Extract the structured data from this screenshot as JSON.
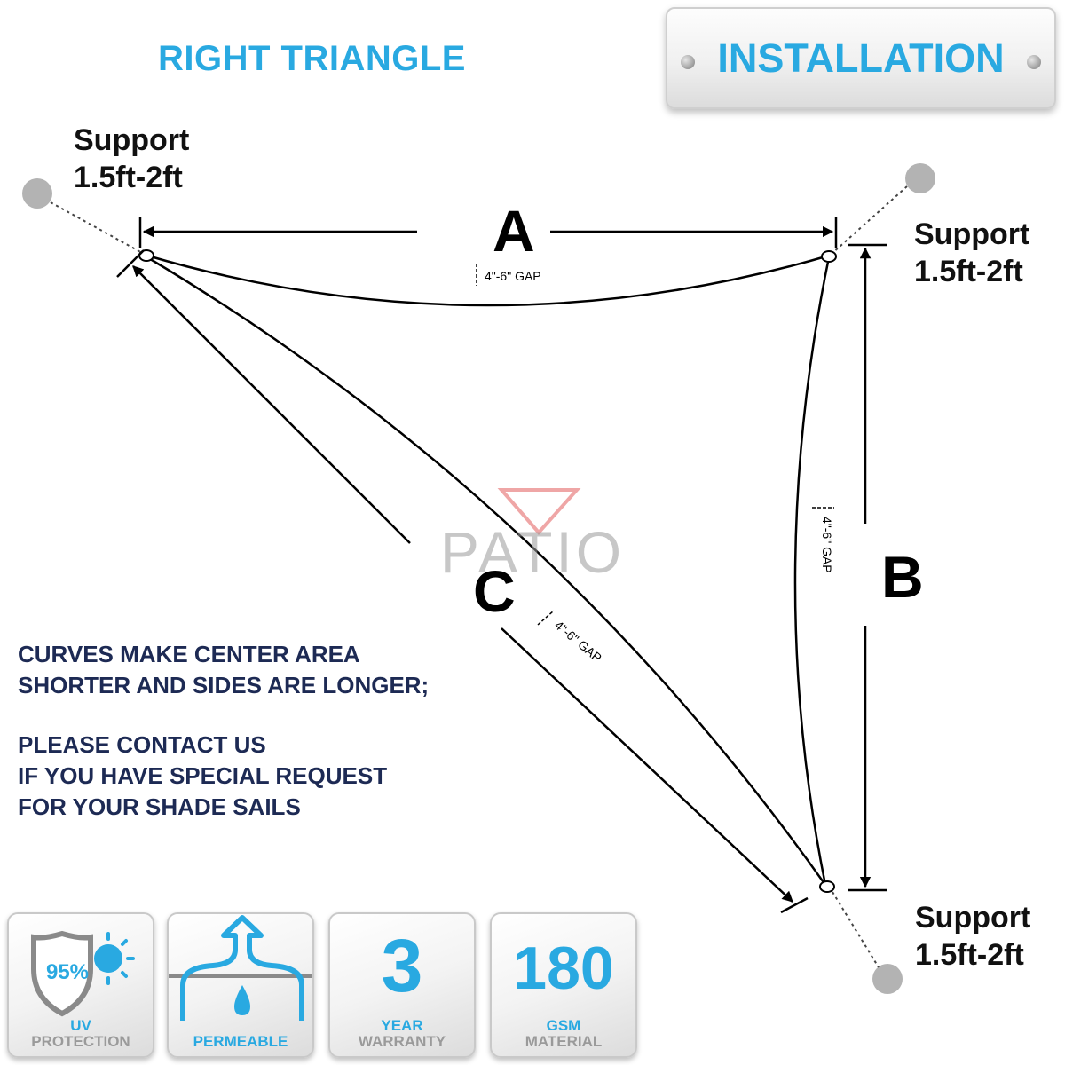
{
  "title": "RIGHT TRIANGLE",
  "badge": {
    "label": "INSTALLATION"
  },
  "supports": {
    "top_left": {
      "line1": "Support",
      "line2": "1.5ft-2ft"
    },
    "top_right": {
      "line1": "Support",
      "line2": "1.5ft-2ft"
    },
    "bottom_right": {
      "line1": "Support",
      "line2": "1.5ft-2ft"
    }
  },
  "sides": {
    "a": "A",
    "b": "B",
    "c": "C"
  },
  "gap_label": "4\"-6\" GAP",
  "watermark": "PATIO",
  "notes": {
    "line1": "CURVES MAKE CENTER AREA",
    "line2": "SHORTER AND SIDES ARE LONGER;",
    "line3": "PLEASE CONTACT US",
    "line4": "IF YOU HAVE SPECIAL REQUEST",
    "line5": "FOR YOUR SHADE SAILS"
  },
  "features": [
    {
      "value": "95%",
      "line1": "UV",
      "line2": "PROTECTION",
      "icon": "shield-sun-icon"
    },
    {
      "value": "",
      "line1": "PERMEABLE",
      "line2": "",
      "icon": "water-drop-arrow-icon"
    },
    {
      "value": "3",
      "line1": "YEAR",
      "line2": "WARRANTY",
      "icon": ""
    },
    {
      "value": "180",
      "line1": "GSM",
      "line2": "MATERIAL",
      "icon": ""
    }
  ],
  "colors": {
    "accent": "#29a9e1",
    "note_text": "#1d2a54",
    "support_dot": "#b3b3b3",
    "watermark": "#e07070"
  }
}
